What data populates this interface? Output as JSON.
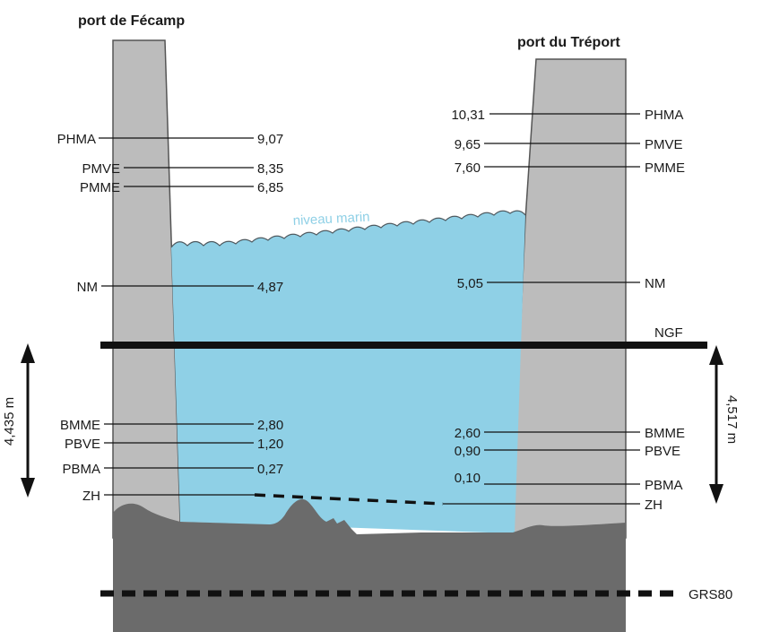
{
  "titles": {
    "left": "port de Fécamp",
    "right": "port du Tréport"
  },
  "water_label": "niveau marin",
  "datums": {
    "ngf": "NGF",
    "grs80": "GRS80"
  },
  "offsets": {
    "left": "4,435 m",
    "right": "4,517 m"
  },
  "left_levels": [
    {
      "label": "PHMA",
      "value": "9,07"
    },
    {
      "label": "PMVE",
      "value": "8,35"
    },
    {
      "label": "PMME",
      "value": "6,85"
    },
    {
      "label": "NM",
      "value": "4,87"
    },
    {
      "label": "BMME",
      "value": "2,80"
    },
    {
      "label": "PBVE",
      "value": "1,20"
    },
    {
      "label": "PBMA",
      "value": "0,27"
    },
    {
      "label": "ZH",
      "value": ""
    }
  ],
  "right_levels": [
    {
      "label": "PHMA",
      "value": "10,31"
    },
    {
      "label": "PMVE",
      "value": "9,65"
    },
    {
      "label": "PMME",
      "value": "7,60"
    },
    {
      "label": "NM",
      "value": "5,05"
    },
    {
      "label": "BMME",
      "value": "2,60"
    },
    {
      "label": "PBVE",
      "value": "0,90"
    },
    {
      "label": "PBMA",
      "value": "0,10"
    },
    {
      "label": "ZH",
      "value": ""
    }
  ],
  "colors": {
    "pier": "#bcbcbc",
    "seabed": "#6b6b6b",
    "water": "#8fd0e6",
    "line": "#1a1a1a"
  }
}
